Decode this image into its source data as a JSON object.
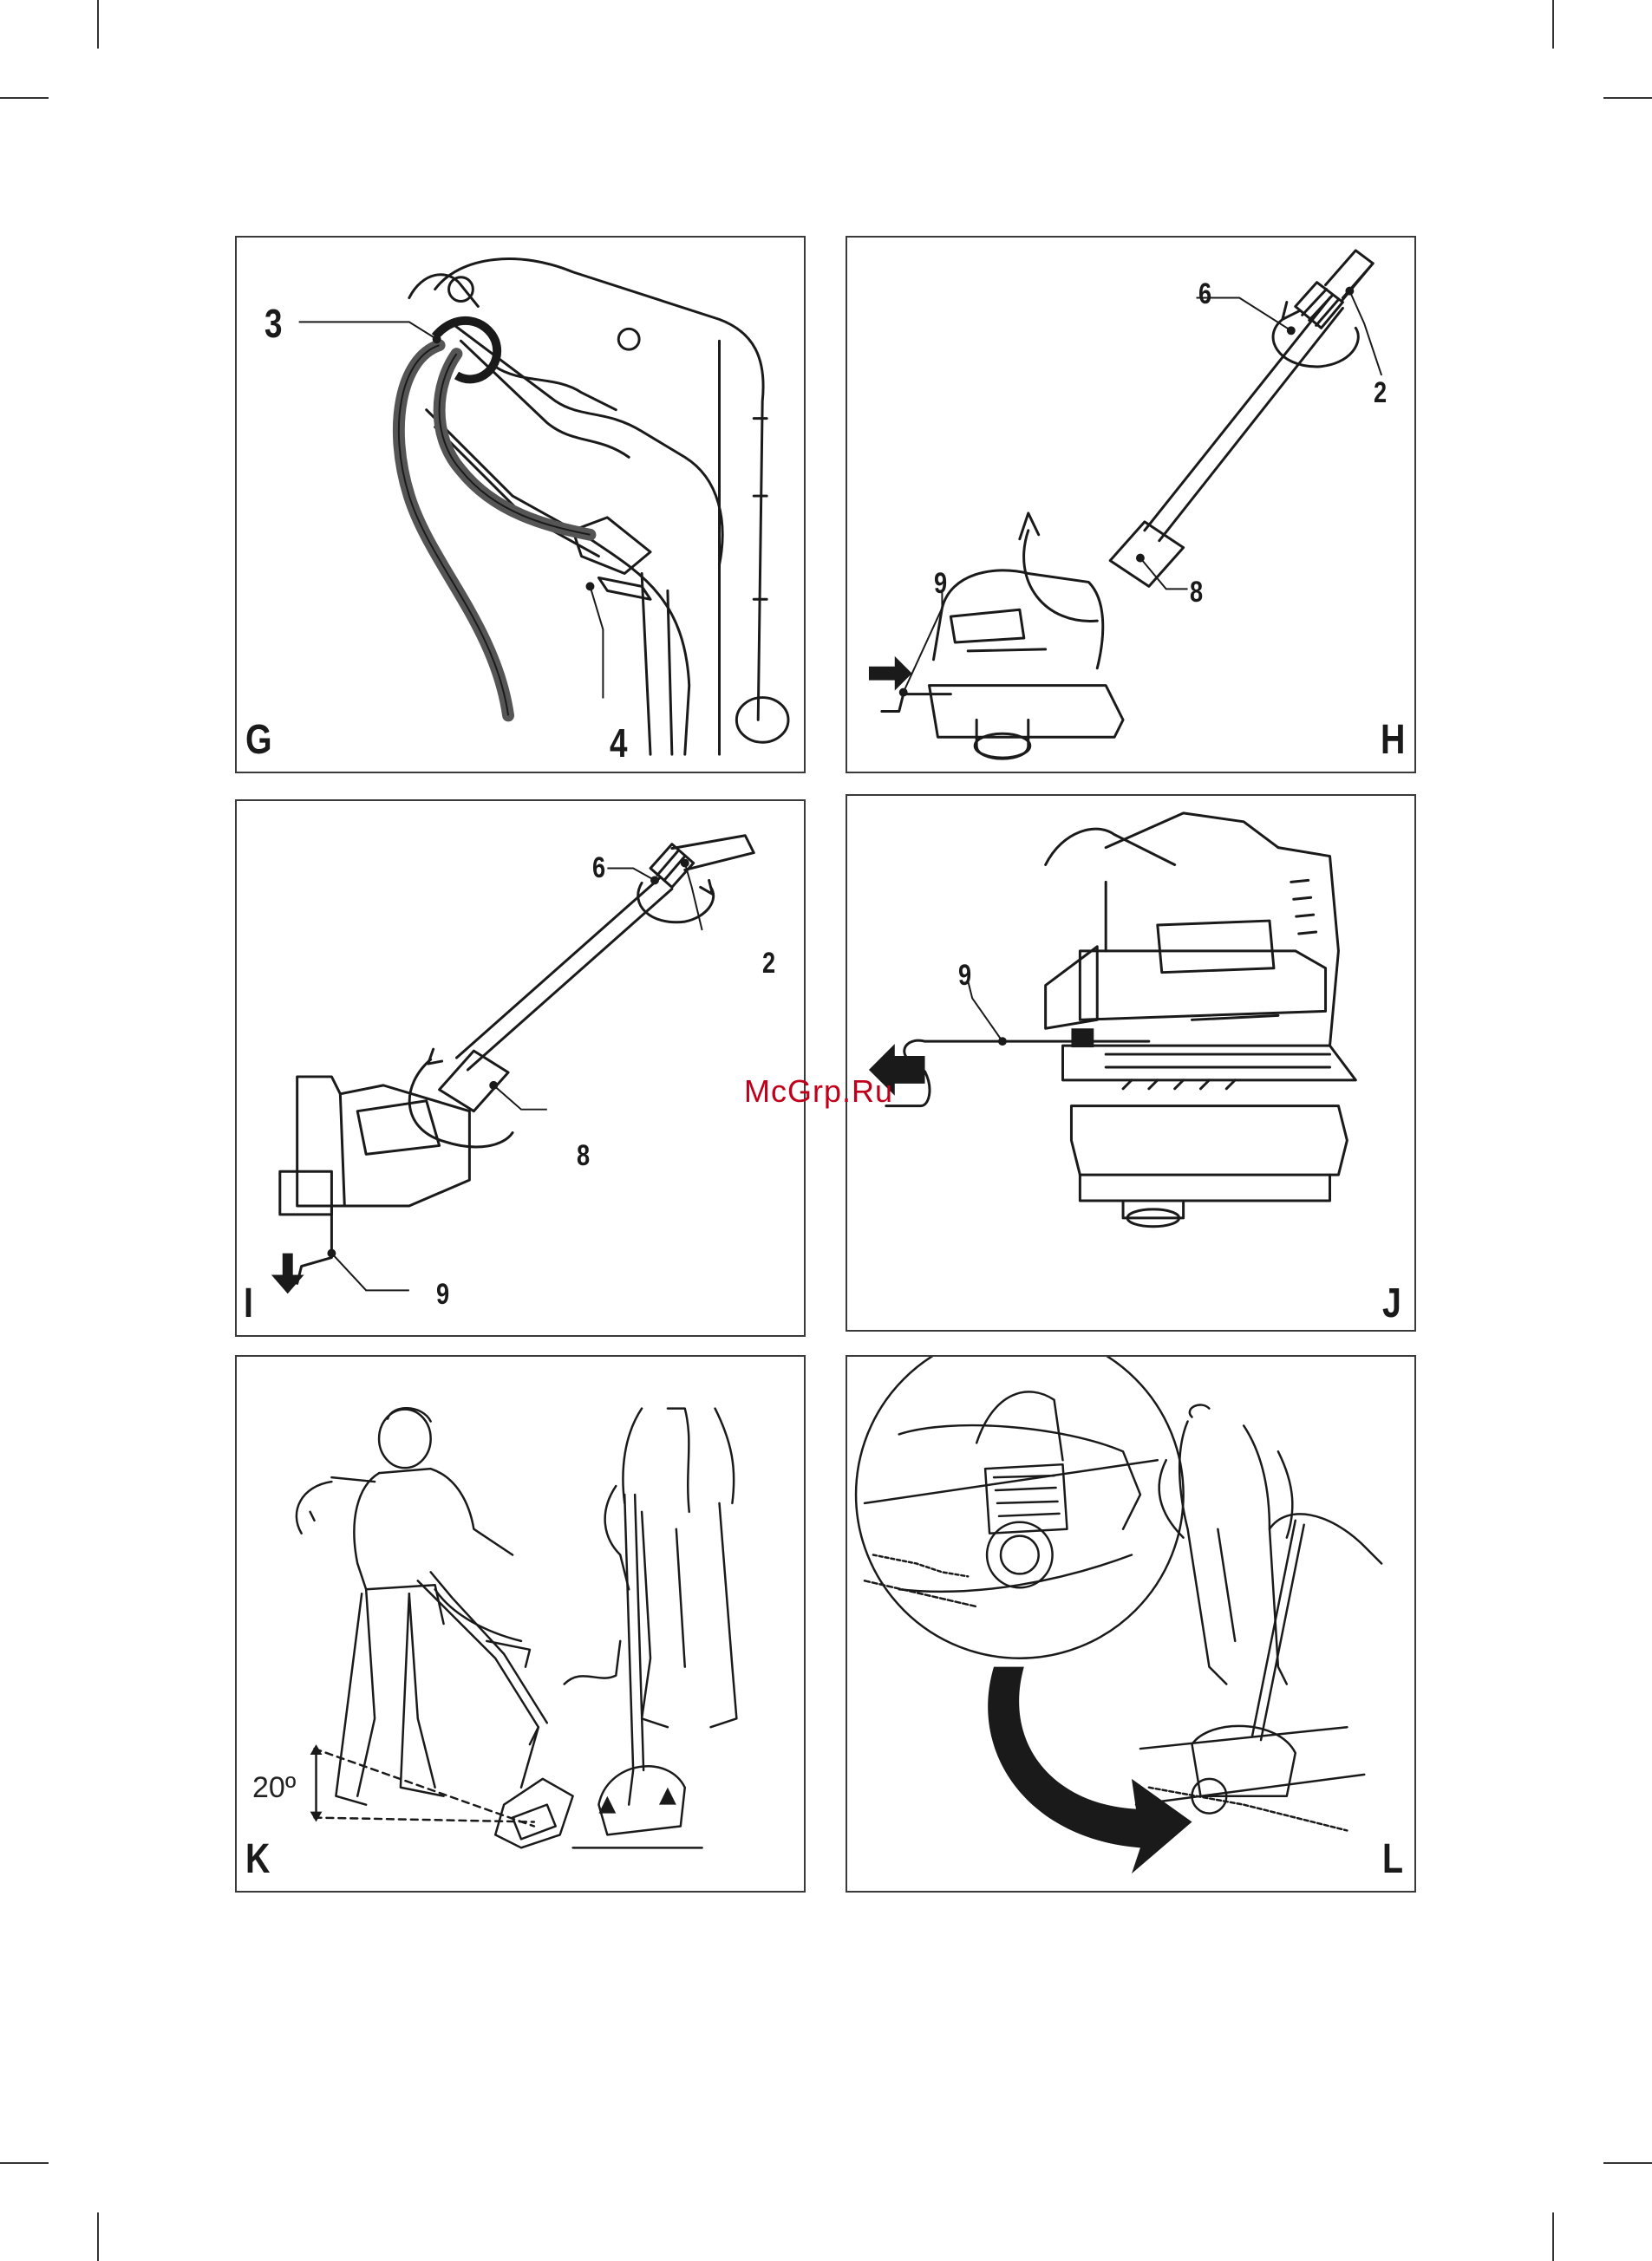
{
  "panels": {
    "G": {
      "letter": "G",
      "labels": [
        "3",
        "4"
      ]
    },
    "H": {
      "letter": "H",
      "labels": [
        "6",
        "2",
        "9",
        "8"
      ]
    },
    "I": {
      "letter": "I",
      "labels": [
        "6",
        "2",
        "8",
        "9"
      ]
    },
    "J": {
      "letter": "J",
      "labels": [
        "9"
      ]
    },
    "K": {
      "letter": "K",
      "angle": "20º"
    },
    "L": {
      "letter": "L"
    }
  },
  "watermark": "McGrp.Ru",
  "colors": {
    "line": "#1a1a1a",
    "watermark": "#c0001a",
    "cable": "#555555"
  }
}
